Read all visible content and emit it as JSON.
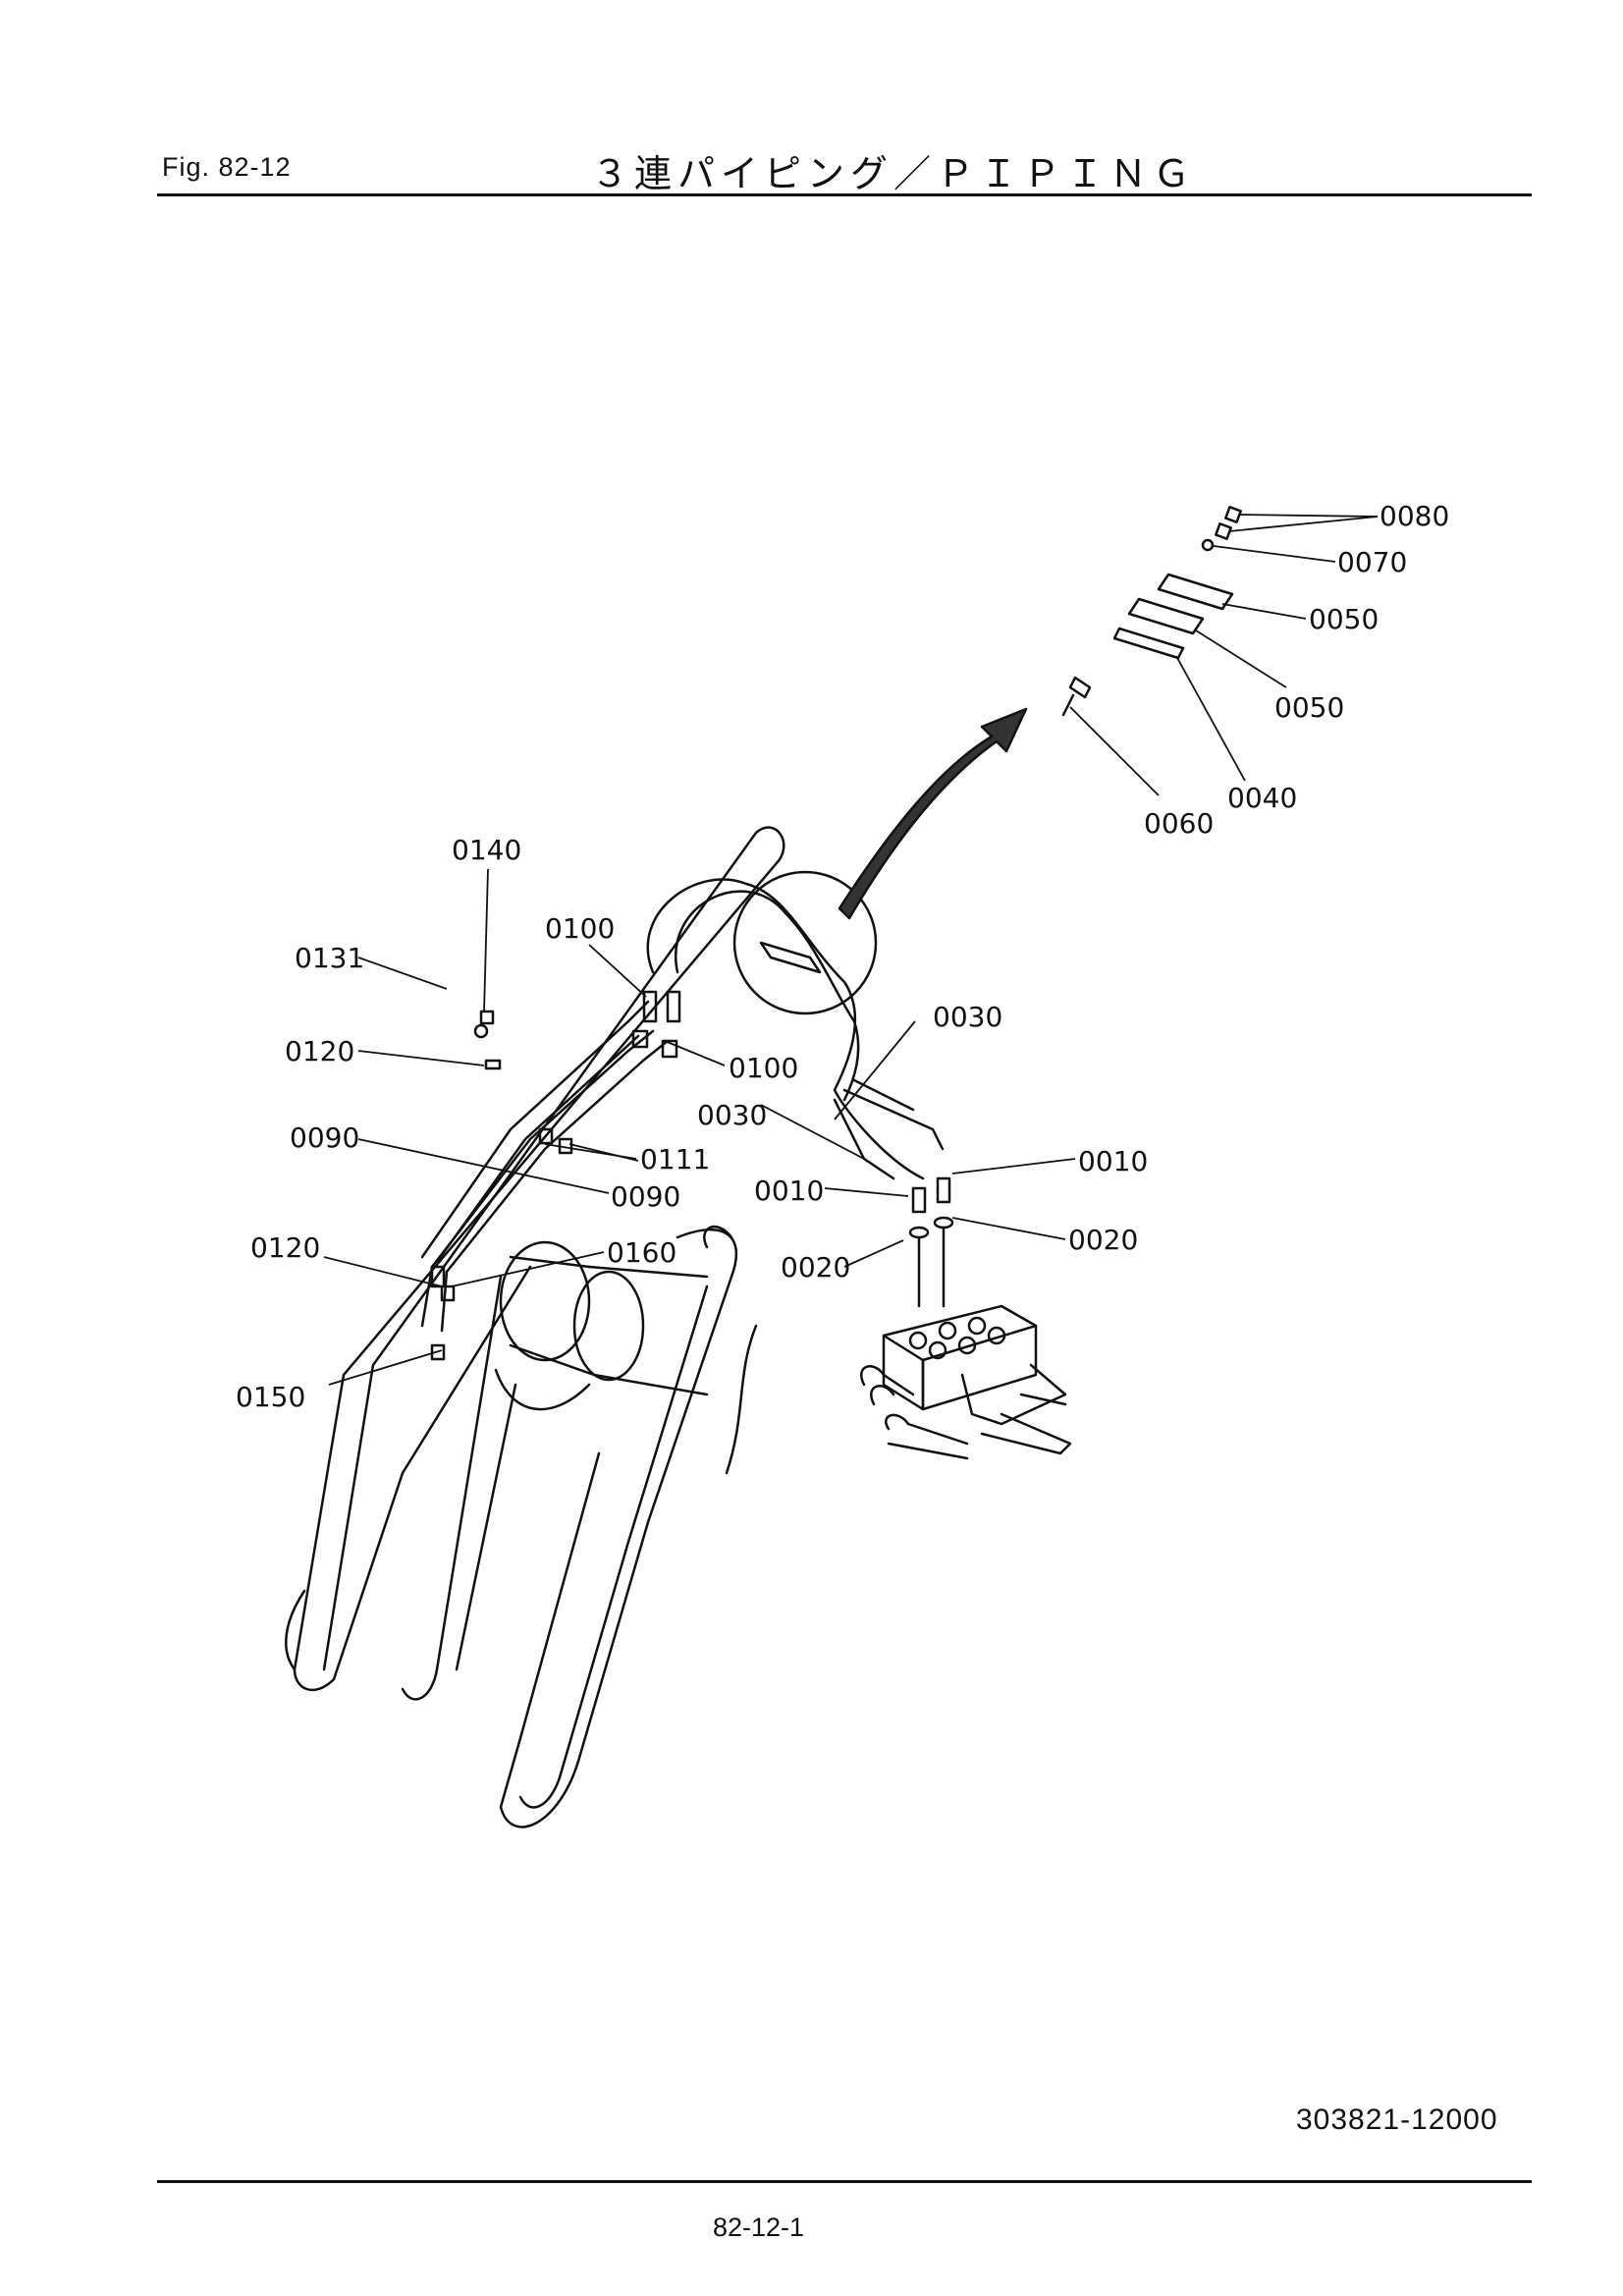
{
  "header": {
    "fig_label": "Fig. 82-12",
    "title": "３連パイピング／ＰＩＰＩＮＧ"
  },
  "diagram": {
    "callouts": {
      "p0080": "0080",
      "p0070": "0070",
      "p0050a": "0050",
      "p0050b": "0050",
      "p0040": "0040",
      "p0060": "0060",
      "p0140": "0140",
      "p0131": "0131",
      "p0100a": "0100",
      "p0100b": "0100",
      "p0030a": "0030",
      "p0030b": "0030",
      "p0120a": "0120",
      "p0120b": "0120",
      "p0090a": "0090",
      "p0090b": "0090",
      "p0111": "0111",
      "p0010a": "0010",
      "p0010b": "0010",
      "p0020a": "0020",
      "p0020b": "0020",
      "p0160": "0160",
      "p0150": "0150"
    }
  },
  "footer": {
    "drawing_number": "303821-12000",
    "page_number": "82-12-1"
  }
}
